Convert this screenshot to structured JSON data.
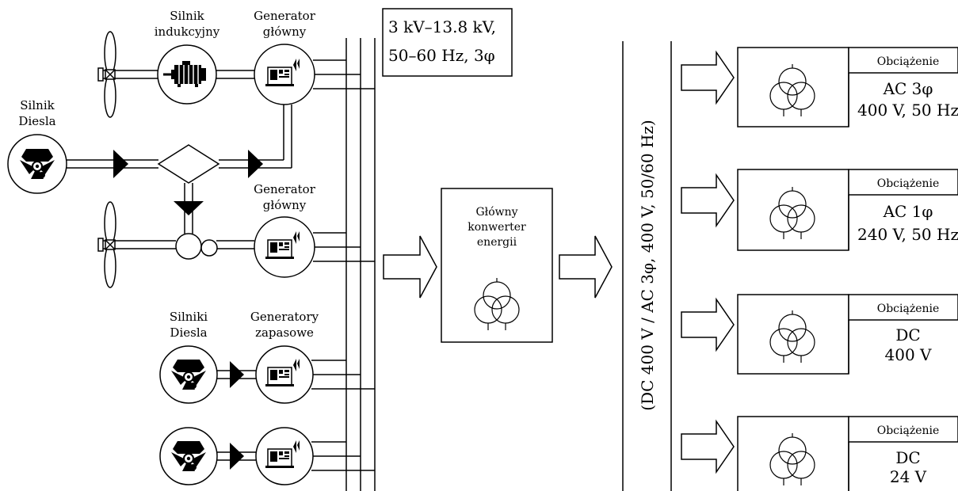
{
  "labels": {
    "induction_motor": [
      "Silnik",
      "indukcyjny"
    ],
    "main_generator_top": [
      "Generator",
      "główny"
    ],
    "diesel_engine": [
      "Silnik",
      "Diesla"
    ],
    "main_generator_mid": [
      "Generator",
      "główny"
    ],
    "diesel_engines": [
      "Silniki",
      "Diesla"
    ],
    "backup_generators": [
      "Generatory",
      "zapasowe"
    ],
    "bus_spec": [
      "3 kV–13.8 kV,",
      "50–60 Hz, 3φ"
    ],
    "converter": [
      "Główny",
      "konwerter",
      "energii"
    ],
    "dist_bus": "(DC 400 V  /  AC 3φ, 400 V, 50/60 Hz)"
  },
  "loads": [
    {
      "title": "Obciążenie",
      "lines": [
        "AC 3φ",
        "400 V, 50 Hz"
      ]
    },
    {
      "title": "Obciążenie",
      "lines": [
        "AC 1φ",
        "240 V, 50 Hz"
      ]
    },
    {
      "title": "Obciążenie",
      "lines": [
        "DC",
        "400 V"
      ]
    },
    {
      "title": "Obciążenie",
      "lines": [
        "DC",
        "24 V"
      ]
    }
  ]
}
